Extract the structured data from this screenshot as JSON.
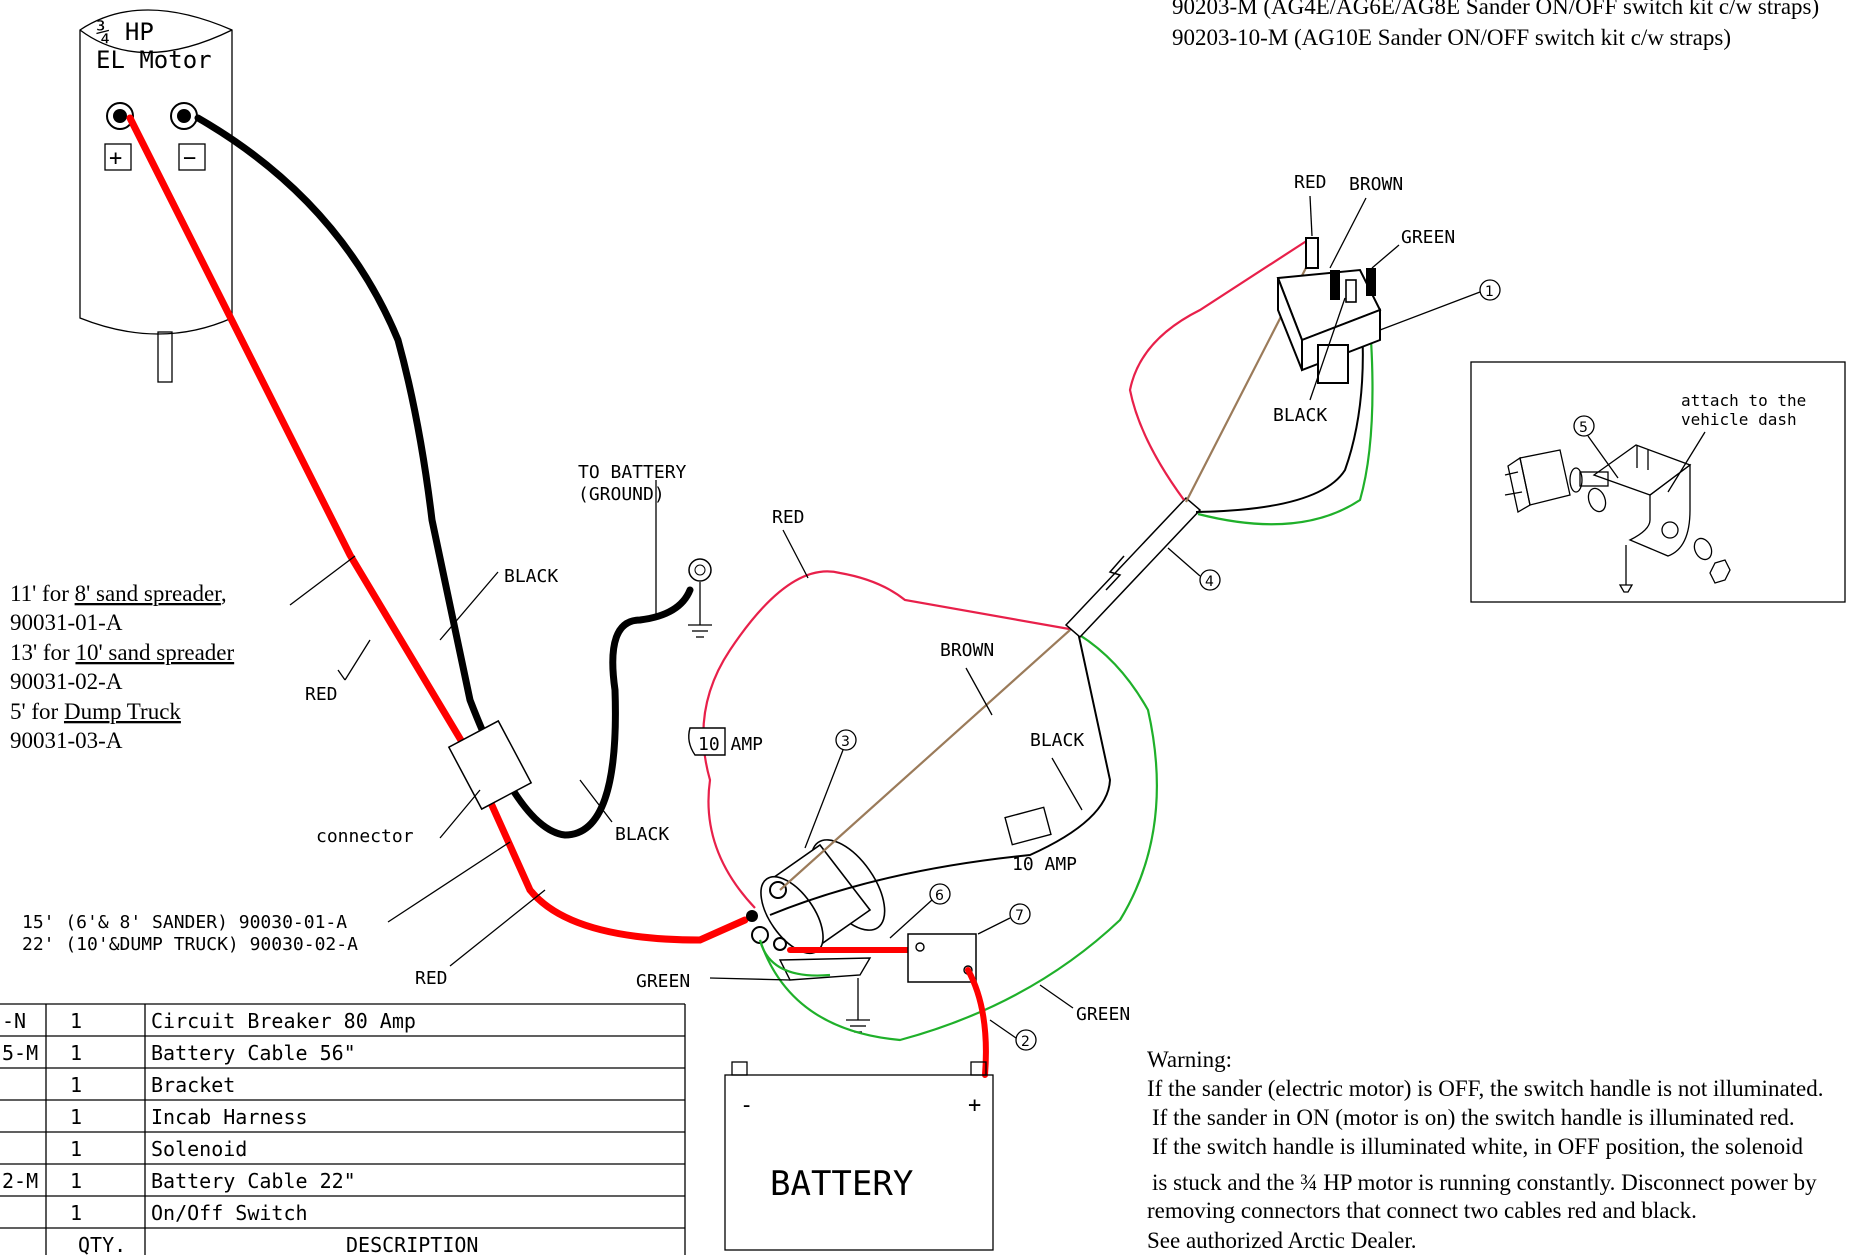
{
  "header": {
    "kit_line1": "90203-M (AG4E/AG6E/AG8E Sander ON/OFF switch kit c/w straps)",
    "kit_line2": "90203-10-M (AG10E Sander ON/OFF switch kit c/w straps)"
  },
  "motor": {
    "label_line1": "¾ HP",
    "label_line2": "EL Motor",
    "plus": "+",
    "minus": "−"
  },
  "labels": {
    "to_battery_1": "TO BATTERY",
    "to_battery_2": "(GROUND)",
    "black_upper": "BLACK",
    "red_upper": "RED",
    "connector": "connector",
    "black_lower": "BLACK",
    "red_lower": "RED",
    "cable_15": "15' (6'& 8' SANDER) 90030-01-A",
    "cable_22": "22' (10'&DUMP TRUCK) 90030-02-A",
    "red_loop": "RED",
    "amp10_left": "10 AMP",
    "brown": "BROWN",
    "black_right": "BLACK",
    "amp10_right": "10 AMP",
    "green_left": "GREEN",
    "green_right": "GREEN",
    "sw_red": "RED",
    "sw_brown": "BROWN",
    "sw_green": "GREEN",
    "sw_black": "BLACK",
    "battery": "BATTERY",
    "bat_minus": "-",
    "bat_plus": "+"
  },
  "callouts": [
    "1",
    "2",
    "3",
    "4",
    "5",
    "6",
    "7"
  ],
  "cable_info": {
    "l1a": "11' for ",
    "l1b": "8' sand spreader",
    "l1c": ",",
    "l2": "90031-01-A",
    "l3a": "13' for ",
    "l3b": "10' sand spreader",
    "l4": "90031-02-A",
    "l5a": "5' for ",
    "l5b": "Dump Truck",
    "l6": "90031-03-A"
  },
  "inset": {
    "line1": "attach to the",
    "line2": "vehicle dash"
  },
  "parts_table": {
    "rows": [
      {
        "part": "-N",
        "qty": "1",
        "desc": "Circuit Breaker 80 Amp"
      },
      {
        "part": "5-M",
        "qty": "1",
        "desc": "Battery Cable 56\""
      },
      {
        "part": "",
        "qty": "1",
        "desc": "Bracket"
      },
      {
        "part": "",
        "qty": "1",
        "desc": "Incab Harness"
      },
      {
        "part": "",
        "qty": "1",
        "desc": "Solenoid"
      },
      {
        "part": "2-M",
        "qty": "1",
        "desc": "Battery Cable 22\""
      },
      {
        "part": "",
        "qty": "1",
        "desc": "On/Off Switch"
      }
    ],
    "header_qty": "QTY.",
    "header_desc": "DESCRIPTION"
  },
  "warning": {
    "title": "Warning:",
    "line1": "If the sander (electric motor) is OFF, the switch handle is not illuminated.",
    "line2": "If the sander in ON (motor is on) the switch handle is illuminated red.",
    "line3": "If the switch handle is illuminated white, in OFF position, the solenoid",
    "line4": "is stuck and the ¾ HP motor is running constantly. Disconnect power by",
    "line5": "removing connectors that connect two cables red and black.",
    "line6": "See authorized Arctic Dealer."
  },
  "colors": {
    "red_wire": "#ff0000",
    "thin_red_wire": "#e8204a",
    "black_wire": "#000000",
    "green_wire": "#1fb02a",
    "brown_wire": "#9b7b5a"
  }
}
